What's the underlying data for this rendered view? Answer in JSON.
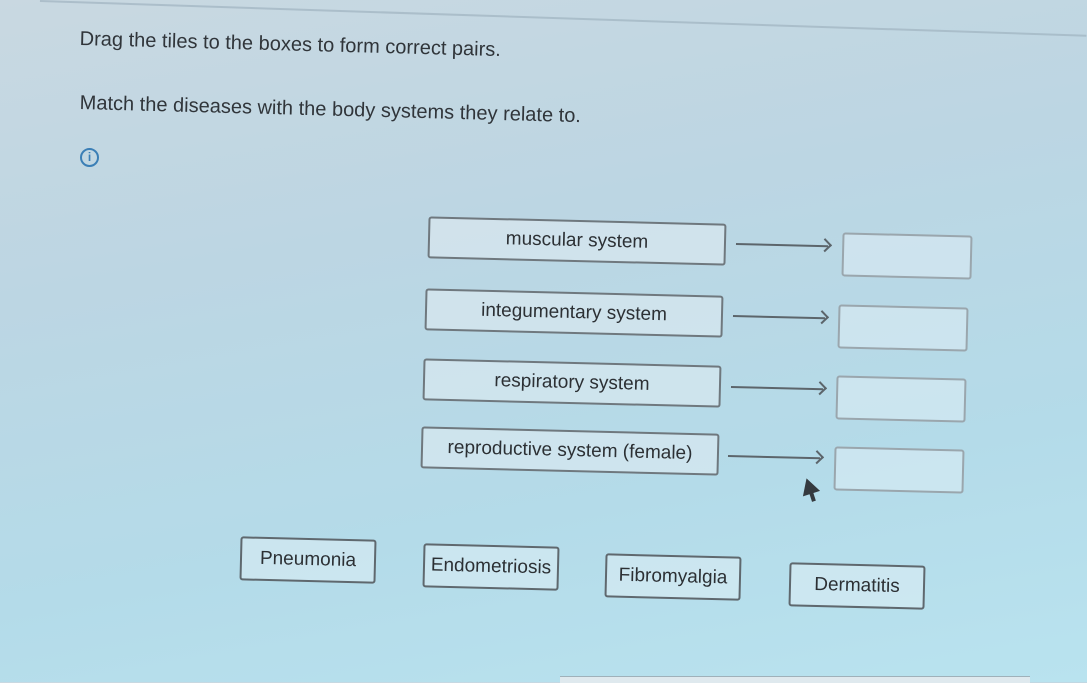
{
  "instructions": {
    "line1": "Drag the tiles to the boxes to form correct pairs.",
    "line2": "Match the diseases with the body systems they relate to."
  },
  "info": {
    "glyph": "i"
  },
  "pairs": [
    {
      "system": "muscular system"
    },
    {
      "system": "integumentary system"
    },
    {
      "system": "respiratory system"
    },
    {
      "system": "reproductive system (female)"
    }
  ],
  "tiles": [
    {
      "label": "Pneumonia"
    },
    {
      "label": "Endometriosis"
    },
    {
      "label": "Fibromyalgia"
    },
    {
      "label": "Dermatitis"
    }
  ],
  "colors": {
    "accent": "#3b7fb6",
    "tile_border": "#5f686e",
    "drop_border": "#9aa6ad"
  }
}
